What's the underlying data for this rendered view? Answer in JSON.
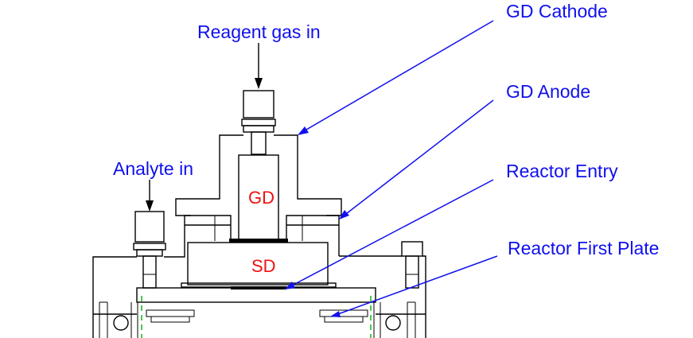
{
  "labels": {
    "reagent_gas_in": "Reagent gas in",
    "analyte_in": "Analyte in",
    "gd_cathode": "GD Cathode",
    "gd_anode": "GD Anode",
    "reactor_entry": "Reactor Entry",
    "reactor_first_plate": "Reactor First Plate",
    "gd": "GD",
    "sd": "SD"
  },
  "colors": {
    "callout_text": "#1010ee",
    "callout_leader": "#1010ee",
    "region_text": "#ee1010",
    "outline": "#000000",
    "dashed_line": "#22bb22"
  }
}
